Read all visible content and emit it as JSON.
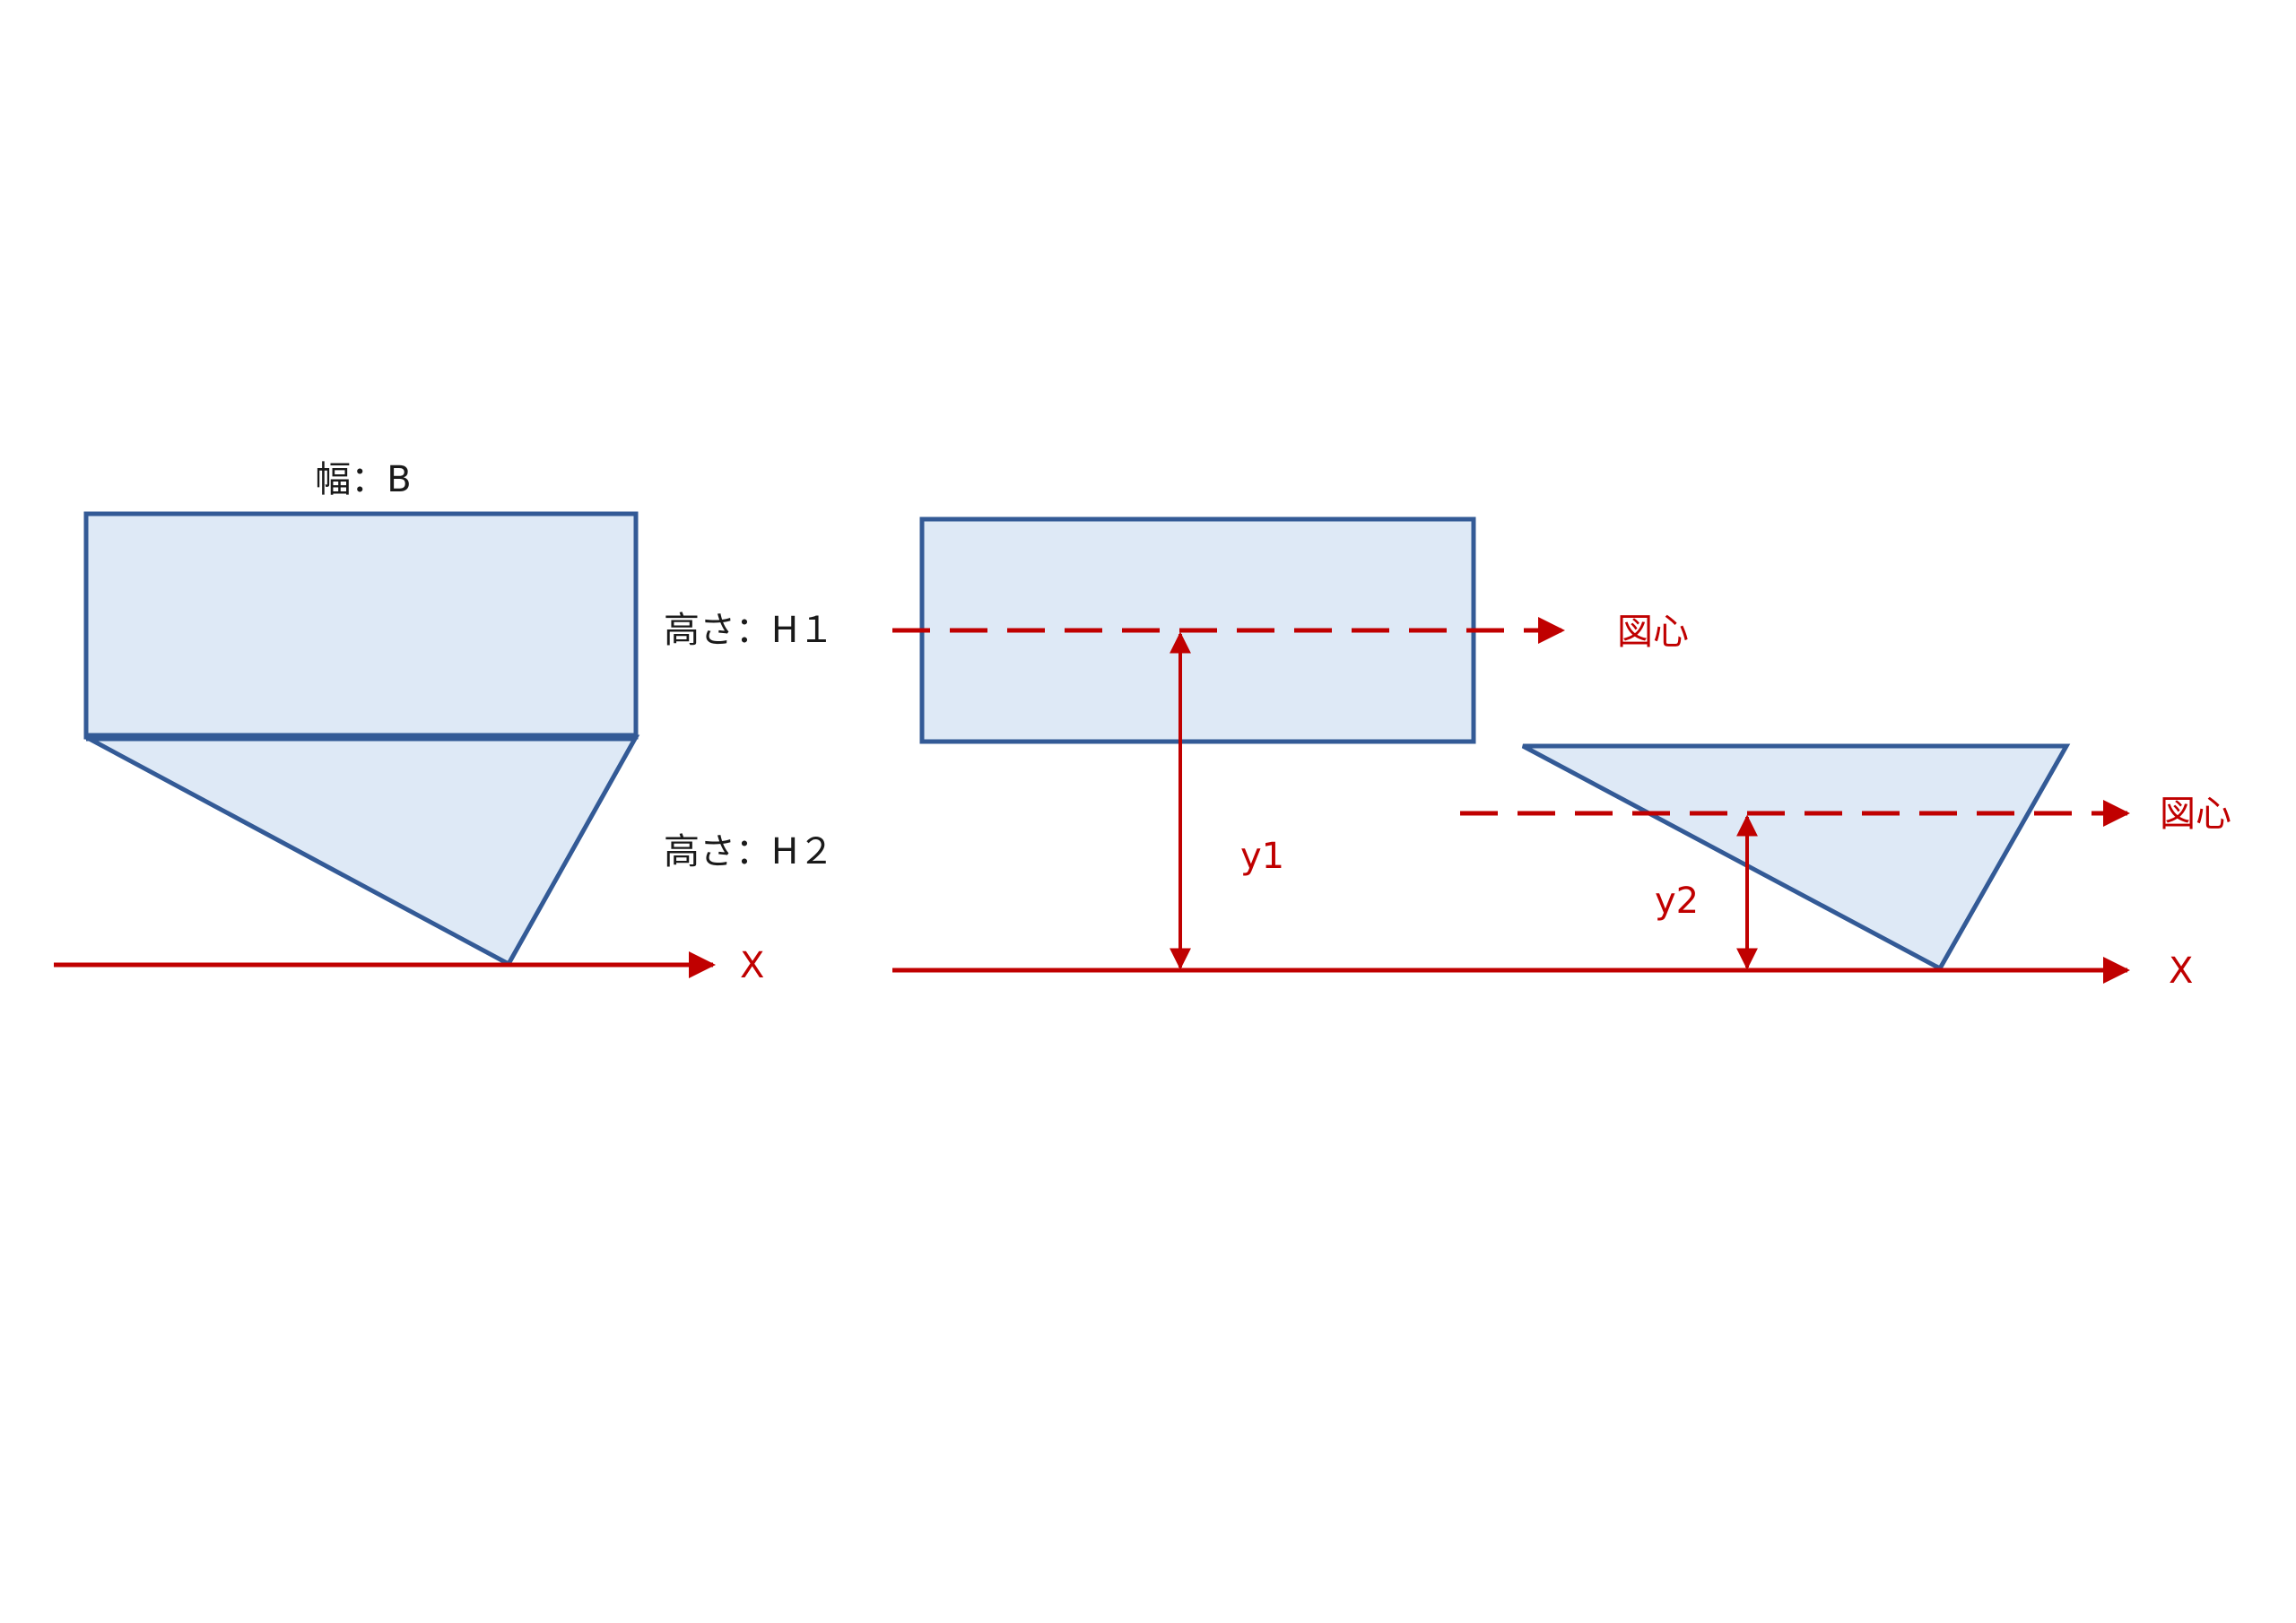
{
  "colors": {
    "shape_fill": "#dee9f6",
    "shape_stroke": "#335a96",
    "annotation": "#c00000",
    "text": "#1a1a1a"
  },
  "left_figure": {
    "width_label": "幅：B",
    "height1_label": "高さ：H１",
    "height2_label": "高さ：H２",
    "axis_label": "X"
  },
  "right_figure": {
    "centroid1_label": "図心",
    "centroid2_label": "図心",
    "y1_label": "y1",
    "y2_label": "y2",
    "axis_label": "X"
  }
}
